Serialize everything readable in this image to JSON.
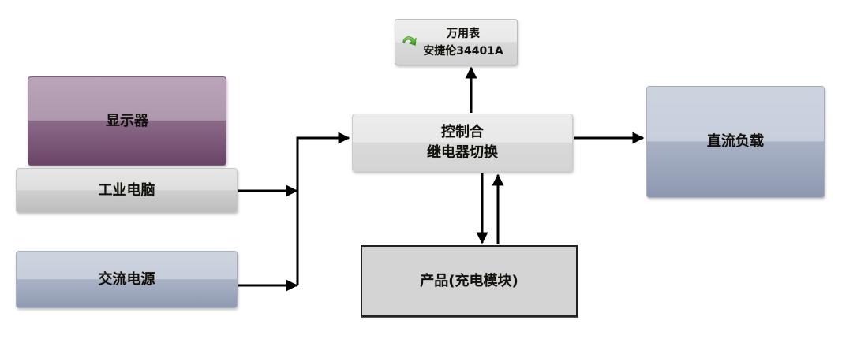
{
  "diagram": {
    "nodes": {
      "monitor": {
        "label": "显示器"
      },
      "ipc": {
        "label": "工业电脑"
      },
      "ac_power": {
        "label": "交流电源"
      },
      "controller": {
        "line1": "控制合",
        "line2": "继电器切换"
      },
      "multimeter": {
        "line1": "万用表",
        "line2": "安捷伦34401A",
        "icon": "green-curved-arrow-icon"
      },
      "dc_load": {
        "label": "直流负载"
      },
      "product": {
        "label": "产品(充电模块)"
      }
    },
    "edges": [
      {
        "from": "工业电脑",
        "to": "控制合"
      },
      {
        "from": "交流电源",
        "to": "控制合"
      },
      {
        "from": "控制合",
        "to": "万用表"
      },
      {
        "from": "控制合",
        "to": "直流负载"
      },
      {
        "from": "控制合",
        "to": "产品(充电模块)"
      },
      {
        "from": "产品(充电模块)",
        "to": "控制合"
      }
    ],
    "colors": {
      "monitor": "#8b6a89",
      "ipc": "#cfcfcf",
      "ac_power": "#aab3c6",
      "controller": "#d9d9d9",
      "dc_load": "#a9b2c5",
      "product": "#d4d4d4",
      "connector": "#000000",
      "icon_green": "#4caf2a"
    }
  }
}
